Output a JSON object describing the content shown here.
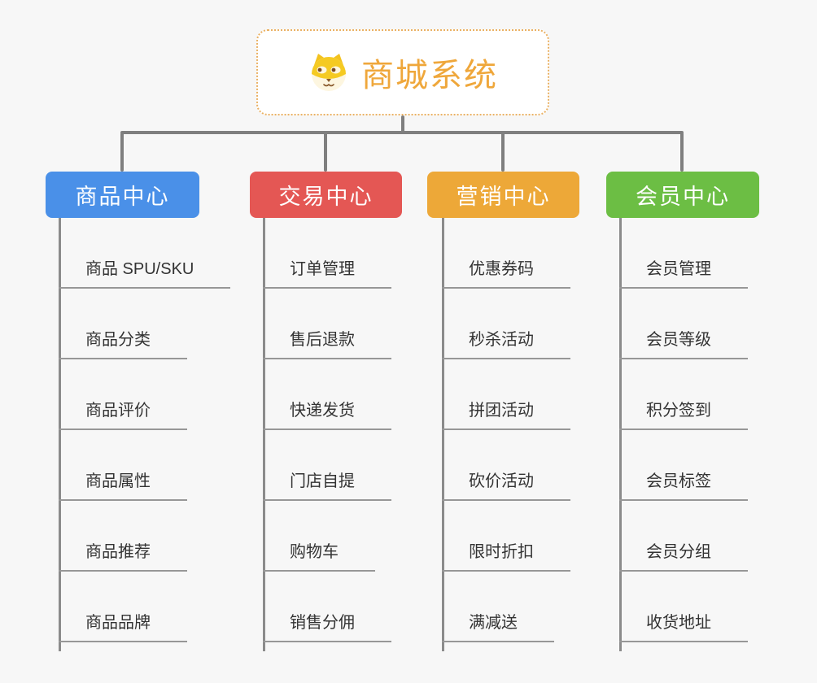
{
  "root": {
    "title": "商城系统",
    "icon": "dog-face-icon"
  },
  "branches": [
    {
      "label": "商品中心",
      "color": "#4a90e8",
      "items": [
        "商品 SPU/SKU",
        "商品分类",
        "商品评价",
        "商品属性",
        "商品推荐",
        "商品品牌"
      ]
    },
    {
      "label": "交易中心",
      "color": "#e45754",
      "items": [
        "订单管理",
        "售后退款",
        "快递发货",
        "门店自提",
        "购物车",
        "销售分佣"
      ]
    },
    {
      "label": "营销中心",
      "color": "#eda838",
      "items": [
        "优惠券码",
        "秒杀活动",
        "拼团活动",
        "砍价活动",
        "限时折扣",
        "满减送"
      ]
    },
    {
      "label": "会员中心",
      "color": "#6cbe44",
      "items": [
        "会员管理",
        "会员等级",
        "积分签到",
        "会员标签",
        "会员分组",
        "收货地址"
      ]
    }
  ],
  "colors": {
    "background": "#f7f7f7",
    "root_text": "#efa73b",
    "root_border": "#eab163",
    "connector": "#7f7f7f",
    "child_underline": "#979797",
    "child_text": "#333333"
  }
}
